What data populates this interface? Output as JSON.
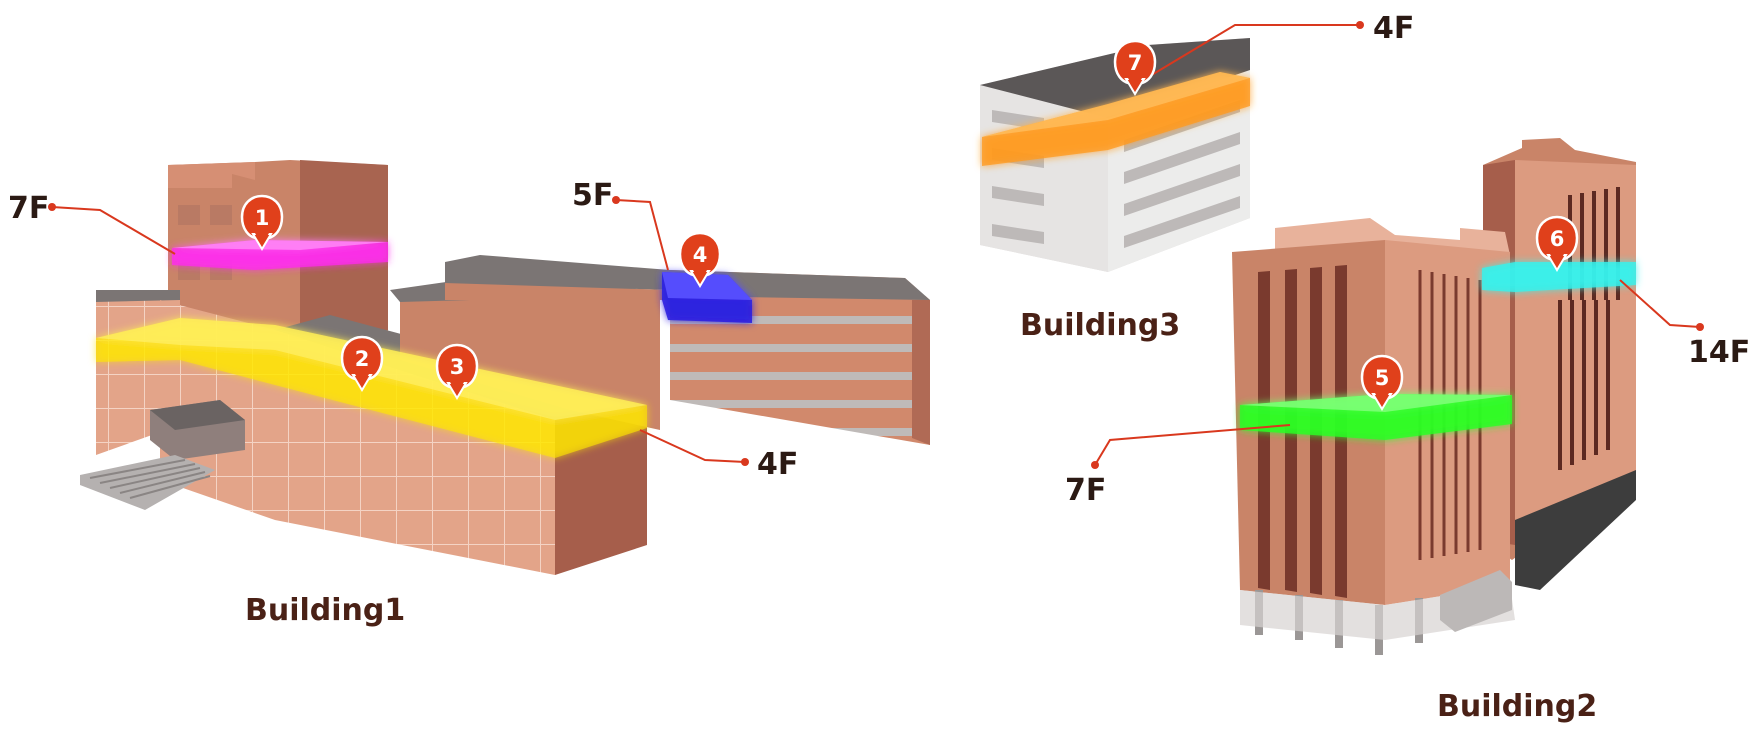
{
  "colors": {
    "brick_light": "#e3a489",
    "brick_mid": "#c98468",
    "brick_dark": "#a65e4b",
    "roof": "#7b7574",
    "pin": "#e0401b",
    "leader": "#d9381e",
    "label_text": "#2b1a14",
    "building_label": "#4a2116",
    "highlight_magenta": "#ff2bf0",
    "highlight_yellow": "#ffe600",
    "highlight_blue": "#2a20e0",
    "highlight_orange": "#ff9a1c",
    "highlight_cyan": "#35f2ee",
    "highlight_green": "#29ff24"
  },
  "buildings": [
    {
      "id": "building1",
      "label": "Building1"
    },
    {
      "id": "building2",
      "label": "Building2"
    },
    {
      "id": "building3",
      "label": "Building3"
    }
  ],
  "markers": [
    {
      "number": "1",
      "floor": "7F",
      "building": "Building1",
      "color": "highlight_magenta"
    },
    {
      "number": "2",
      "floor": "4F",
      "building": "Building1",
      "color": "highlight_yellow"
    },
    {
      "number": "3",
      "floor": "4F",
      "building": "Building1",
      "color": "highlight_yellow"
    },
    {
      "number": "4",
      "floor": "5F",
      "building": "Building1",
      "color": "highlight_blue"
    },
    {
      "number": "5",
      "floor": "7F",
      "building": "Building2",
      "color": "highlight_green"
    },
    {
      "number": "6",
      "floor": "14F",
      "building": "Building2",
      "color": "highlight_cyan"
    },
    {
      "number": "7",
      "floor": "4F",
      "building": "Building3",
      "color": "highlight_orange"
    }
  ],
  "floor_labels": [
    "7F",
    "4F",
    "5F",
    "4F",
    "7F",
    "14F"
  ]
}
